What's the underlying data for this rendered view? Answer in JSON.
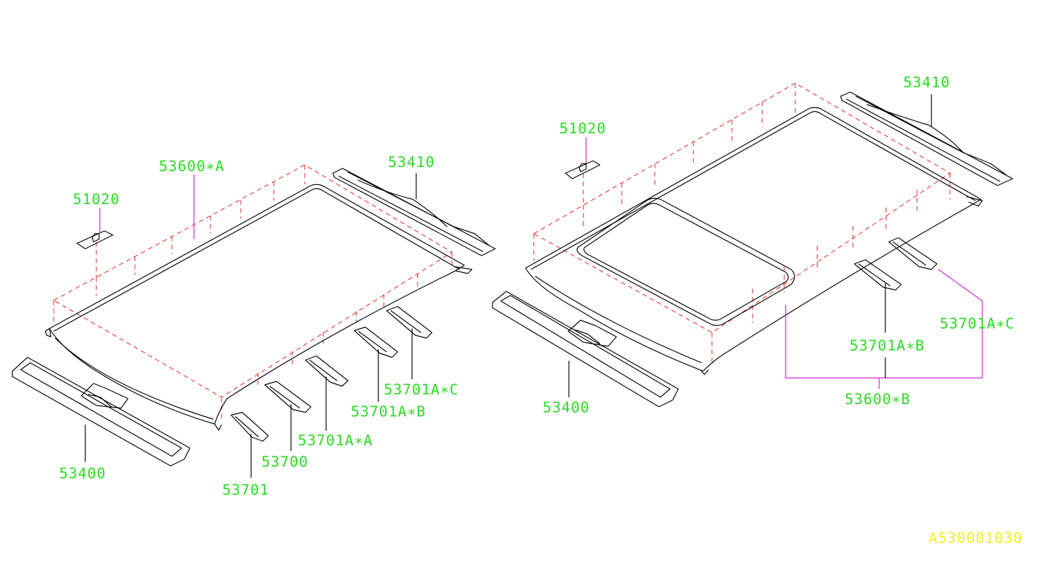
{
  "colors": {
    "label": "#2bdc22",
    "code": "#f2ef22",
    "outline": "#000000",
    "dashed": "#e0201c",
    "leader_alt": "#d21cd2"
  },
  "left_assembly": {
    "labels": {
      "clip": "51020",
      "roof_panel": "53600∗A",
      "rear_rail": "53410",
      "front_rail": "53400",
      "bow_c": "53701A∗C",
      "bow_b": "53701A∗B",
      "bow_a": "53701A∗A",
      "bow": "53700",
      "bow_front": "53701"
    }
  },
  "right_assembly": {
    "labels": {
      "clip": "51020",
      "rear_rail": "53410",
      "front_rail": "53400",
      "bow_c": "53701A∗C",
      "bow_b": "53701A∗B",
      "roof_panel": "53600∗B"
    }
  },
  "diagram_code": "A530001030"
}
